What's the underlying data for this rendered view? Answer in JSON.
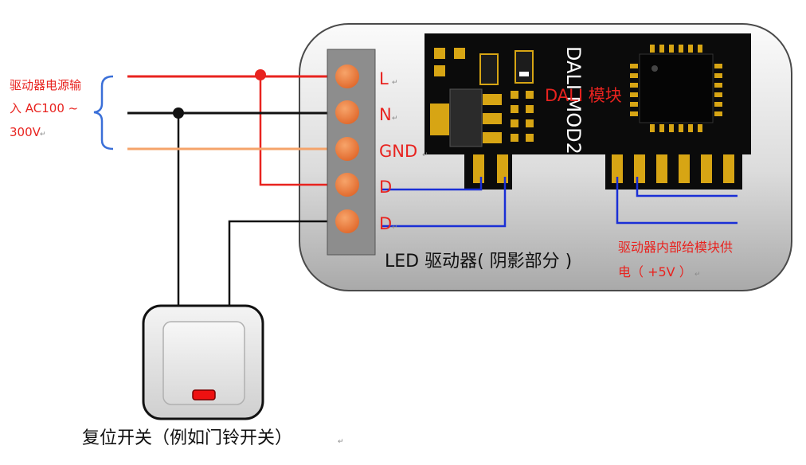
{
  "supply_label": {
    "line1": "驱动器电源输",
    "line2": "入  AC100 ~",
    "line3": "300V"
  },
  "terminals": [
    {
      "label": "L"
    },
    {
      "label": "N"
    },
    {
      "label": "GND"
    },
    {
      "label": "D"
    },
    {
      "label": "D"
    }
  ],
  "module": {
    "silk_text": "DALI MOD2",
    "name_label": "DALI 模块"
  },
  "driver_label": "LED 驱动器( 阴影部分 )",
  "internal_supply_label": {
    "line1": "驱动器内部给模块供",
    "line2": "电（ +5V ）"
  },
  "switch_label": "复位开关（例如门铃开关）",
  "para_mark": "↵",
  "colors": {
    "live_wire": "#e8231f",
    "neutral_wire": "#111111",
    "gnd_wire": "#f5a36a",
    "dali_wire": "#1a2fd6",
    "annotation_text": "#e8231f",
    "brace": "#3a6fd8",
    "terminal": "#ef7d3c",
    "module_pcb": "#0b0b0b",
    "pad_gold": "#d7a514"
  }
}
